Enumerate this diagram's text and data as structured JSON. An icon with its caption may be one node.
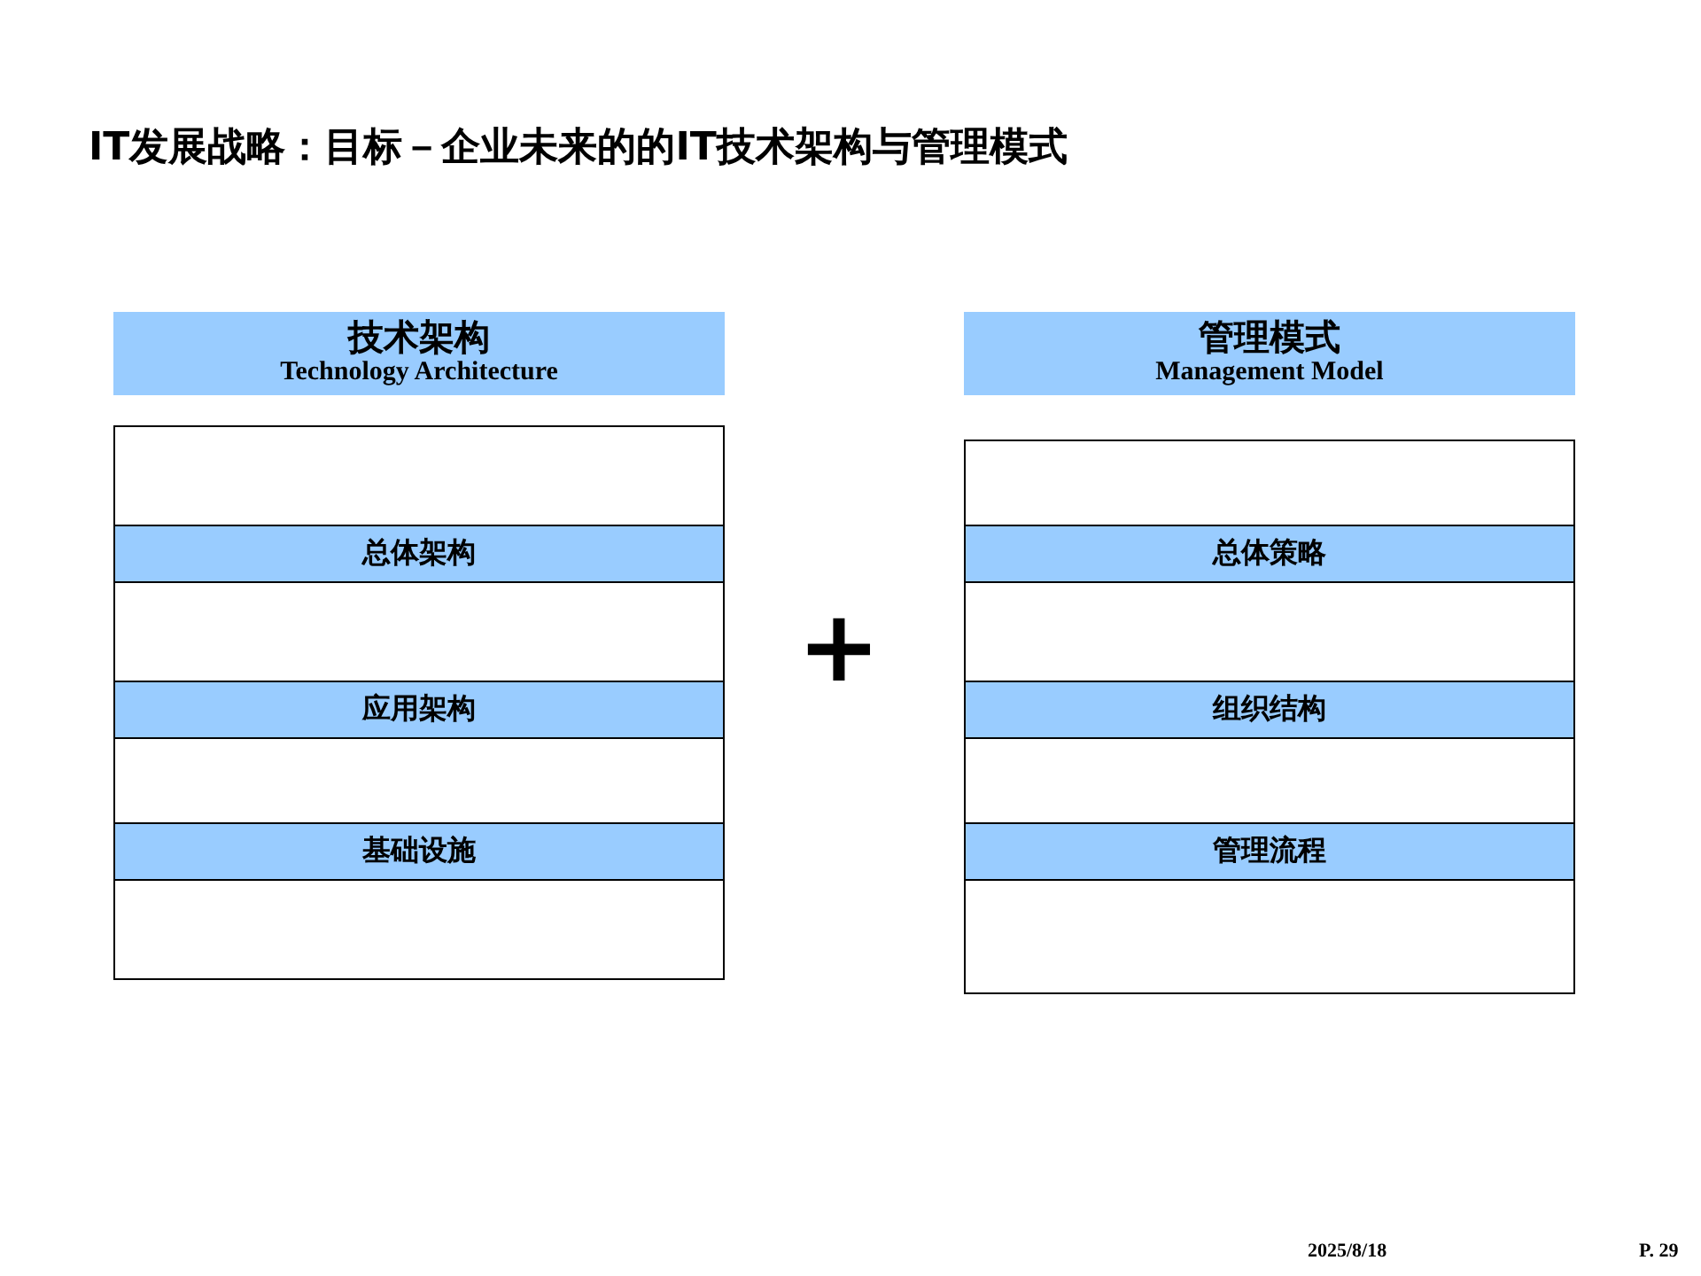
{
  "diagram": {
    "title": "IT发展战略：目标－企业未来的的IT技术架构与管理模式",
    "nodes": [
      {
        "text": [
          "技术架构",
          "Technology Architecture"
        ]
      },
      {
        "text": [],
        "shape": "box"
      },
      {
        "text": [
          "总体架构"
        ]
      },
      {
        "text": [],
        "shape": "box"
      },
      {
        "text": [
          "应用架构"
        ]
      },
      {
        "text": [],
        "shape": "box"
      },
      {
        "text": [
          "基础设施"
        ]
      },
      {
        "text": [],
        "shape": "box"
      },
      {
        "text": [
          "管理模式",
          "Management Model"
        ]
      },
      {
        "text": [],
        "shape": "box"
      },
      {
        "text": [
          "总体策略"
        ]
      },
      {
        "text": [],
        "shape": "box"
      },
      {
        "text": [
          "组织结构"
        ]
      },
      {
        "text": [],
        "shape": "box"
      },
      {
        "text": [
          "管理流程"
        ]
      },
      {
        "text": [],
        "shape": "box"
      }
    ],
    "edges": [],
    "labels": [
      "+",
      "2025/8/18",
      "P. 29"
    ]
  }
}
